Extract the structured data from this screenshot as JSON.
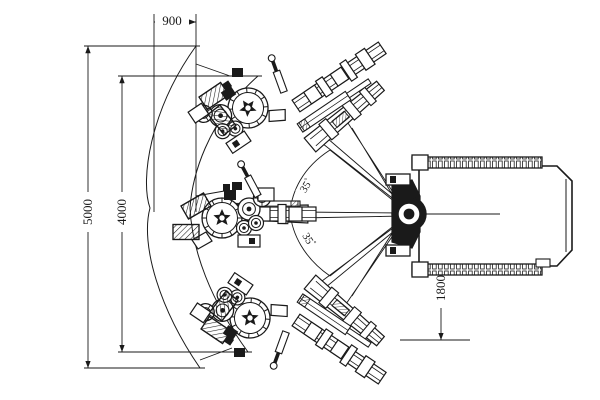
{
  "drawing": {
    "title": "Three-boom drilling jumbo coverage diagram",
    "view": "plan-view",
    "line_color": "#1a1a1a",
    "background": "#ffffff"
  },
  "dimensions": {
    "top_width": {
      "label": "900",
      "orientation": "horizontal"
    },
    "outer_height": {
      "label": "5000",
      "orientation": "vertical"
    },
    "inner_height": {
      "label": "4000",
      "orientation": "vertical"
    },
    "rear_offset": {
      "label": "1800",
      "orientation": "vertical"
    }
  },
  "angles": [
    {
      "label": "35",
      "unit": "°",
      "position": "upper"
    },
    {
      "label": "35",
      "unit": "°",
      "position": "lower"
    }
  ],
  "components": {
    "carrier_body": "tracked-carrier-chassis",
    "turret": "boom-pivot-turret",
    "booms": [
      {
        "name": "upper-boom",
        "drill": "rock-drill-head"
      },
      {
        "name": "middle-boom",
        "drill": "rock-drill-head"
      },
      {
        "name": "lower-boom",
        "drill": "rock-drill-head"
      }
    ],
    "tracks": [
      "upper-track",
      "lower-track"
    ],
    "coverage_arcs": [
      "outer-coverage-arc",
      "inner-coverage-arc"
    ]
  }
}
